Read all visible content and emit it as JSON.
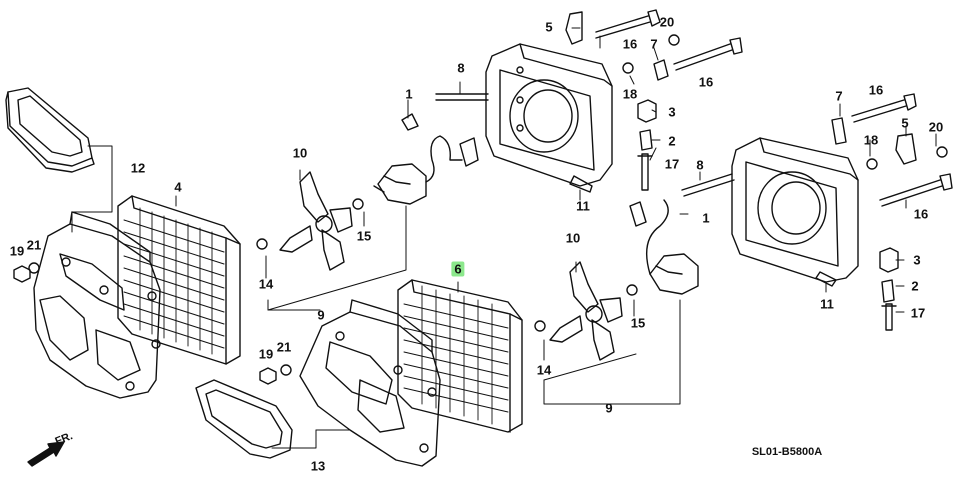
{
  "diagram": {
    "code": "SL01-B5800A",
    "direction_label": "FR.",
    "highlight_color": "#8ce88c",
    "callouts": [
      {
        "id": "c5a",
        "text": "5"
      },
      {
        "id": "c20a",
        "text": "20"
      },
      {
        "id": "c16a",
        "text": "16"
      },
      {
        "id": "c7a",
        "text": "7"
      },
      {
        "id": "c16b",
        "text": "16"
      },
      {
        "id": "c8a",
        "text": "8"
      },
      {
        "id": "c18a",
        "text": "18"
      },
      {
        "id": "c1a",
        "text": "1"
      },
      {
        "id": "c3a",
        "text": "3"
      },
      {
        "id": "c2a",
        "text": "2"
      },
      {
        "id": "c17a",
        "text": "17"
      },
      {
        "id": "c11a",
        "text": "11"
      },
      {
        "id": "c12",
        "text": "12"
      },
      {
        "id": "c4",
        "text": "4"
      },
      {
        "id": "c10a",
        "text": "10"
      },
      {
        "id": "c15a",
        "text": "15"
      },
      {
        "id": "c19a",
        "text": "19"
      },
      {
        "id": "c21a",
        "text": "21"
      },
      {
        "id": "c14a",
        "text": "14"
      },
      {
        "id": "c9a",
        "text": "9"
      },
      {
        "id": "c6",
        "text": "6",
        "highlight": true
      },
      {
        "id": "c10b",
        "text": "10"
      },
      {
        "id": "c15b",
        "text": "15"
      },
      {
        "id": "c14b",
        "text": "14"
      },
      {
        "id": "c9b",
        "text": "9"
      },
      {
        "id": "c19b",
        "text": "19"
      },
      {
        "id": "c21b",
        "text": "21"
      },
      {
        "id": "c13",
        "text": "13"
      },
      {
        "id": "c7b",
        "text": "7"
      },
      {
        "id": "c16c",
        "text": "16"
      },
      {
        "id": "c18b",
        "text": "18"
      },
      {
        "id": "c5b",
        "text": "5"
      },
      {
        "id": "c20b",
        "text": "20"
      },
      {
        "id": "c8b",
        "text": "8"
      },
      {
        "id": "c1b",
        "text": "1"
      },
      {
        "id": "c11b",
        "text": "11"
      },
      {
        "id": "c16d",
        "text": "16"
      },
      {
        "id": "c3b",
        "text": "3"
      },
      {
        "id": "c2b",
        "text": "2"
      },
      {
        "id": "c17b",
        "text": "17"
      }
    ]
  }
}
